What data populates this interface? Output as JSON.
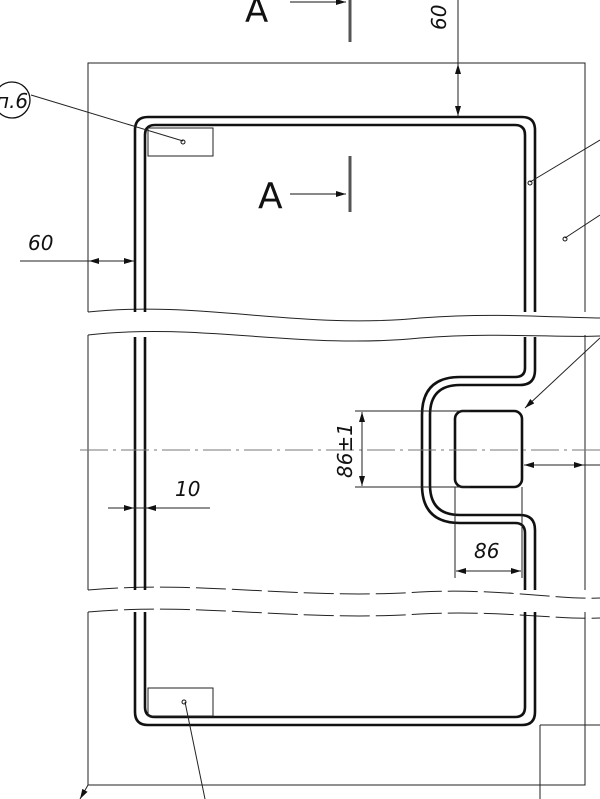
{
  "drawing": {
    "section_label_top": "A",
    "section_label_inner": "A",
    "note_ref": "п.6",
    "dim_top_gap": "60",
    "dim_left_gap": "60",
    "dim_wall_thickness": "10",
    "dim_hole_height": "86±1",
    "dim_hole_width": "86"
  }
}
